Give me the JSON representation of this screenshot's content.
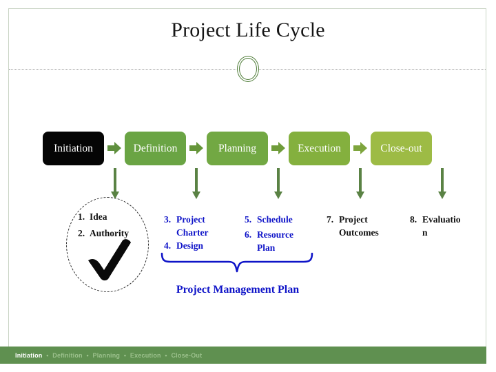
{
  "slide": {
    "title": "Project Life Cycle",
    "accent_green": "#6aa444",
    "footer_green": "#5f9050",
    "blue": "#0f14c8",
    "ring_color": "#4e7c37"
  },
  "phases": [
    {
      "label": "Initiation",
      "color": "#050505",
      "text_color": "#ffffff"
    },
    {
      "label": "Definition",
      "color": "#6aa444",
      "text_color": "#ffffff"
    },
    {
      "label": "Planning",
      "color": "#72a843",
      "text_color": "#ffffff"
    },
    {
      "label": "Execution",
      "color": "#84b03e",
      "text_color": "#ffffff"
    },
    {
      "label": "Close-out",
      "color": "#9dbb45",
      "text_color": "#ffffff"
    }
  ],
  "circle": {
    "items": [
      {
        "num": "1.",
        "text": "Idea"
      },
      {
        "num": "2.",
        "text": "Authority"
      }
    ],
    "check_icon": "check-mark-icon"
  },
  "deliverables": [
    {
      "num": "3.",
      "line1": "Project",
      "line2": "Charter",
      "color": "blue"
    },
    {
      "num": "4.",
      "line1": "Design",
      "line2": "",
      "color": "blue"
    },
    {
      "num": "5.",
      "line1": "Schedule",
      "line2": "",
      "color": "blue"
    },
    {
      "num": "6.",
      "line1": "Resource",
      "line2": "Plan",
      "color": "blue"
    },
    {
      "num": "7.",
      "line1": "Project",
      "line2": "Outcomes",
      "color": "black"
    },
    {
      "num": "8.",
      "line1": "Evaluatio",
      "line2": "n",
      "color": "black"
    }
  ],
  "brace": {
    "label": "Project Management Plan",
    "icon": "curly-brace-icon"
  },
  "footer": {
    "active": "Initiation",
    "separator": "•",
    "items": [
      "Definition",
      "Planning",
      "Execution",
      "Close-Out"
    ]
  }
}
